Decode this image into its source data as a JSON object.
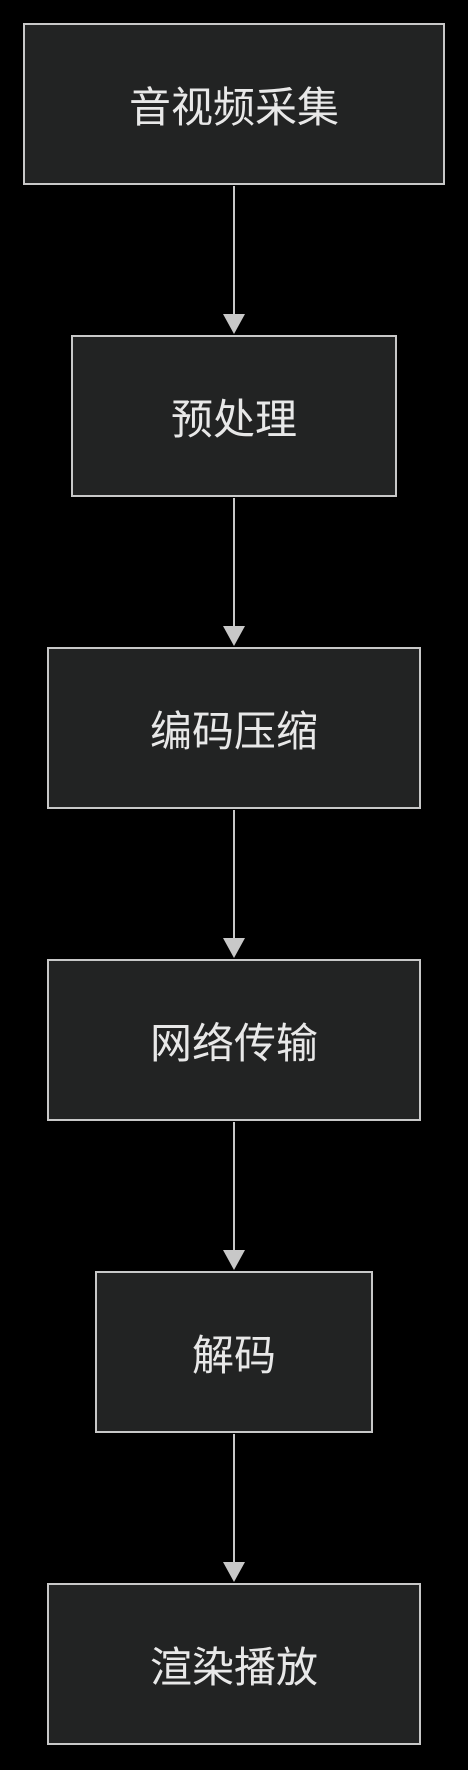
{
  "diagram": {
    "nodes": [
      {
        "id": "n1",
        "label": "音视频采集"
      },
      {
        "id": "n2",
        "label": "预处理"
      },
      {
        "id": "n3",
        "label": "编码压缩"
      },
      {
        "id": "n4",
        "label": "网络传输"
      },
      {
        "id": "n5",
        "label": "解码"
      },
      {
        "id": "n6",
        "label": "渲染播放"
      }
    ],
    "edges": [
      {
        "from": "n1",
        "to": "n2"
      },
      {
        "from": "n2",
        "to": "n3"
      },
      {
        "from": "n3",
        "to": "n4"
      },
      {
        "from": "n4",
        "to": "n5"
      },
      {
        "from": "n5",
        "to": "n6"
      }
    ],
    "colors": {
      "background": "#000000",
      "node_fill": "#222323",
      "node_border": "#c8c8c8",
      "text": "#e8e8e8",
      "edge": "#c8c8c8"
    }
  }
}
